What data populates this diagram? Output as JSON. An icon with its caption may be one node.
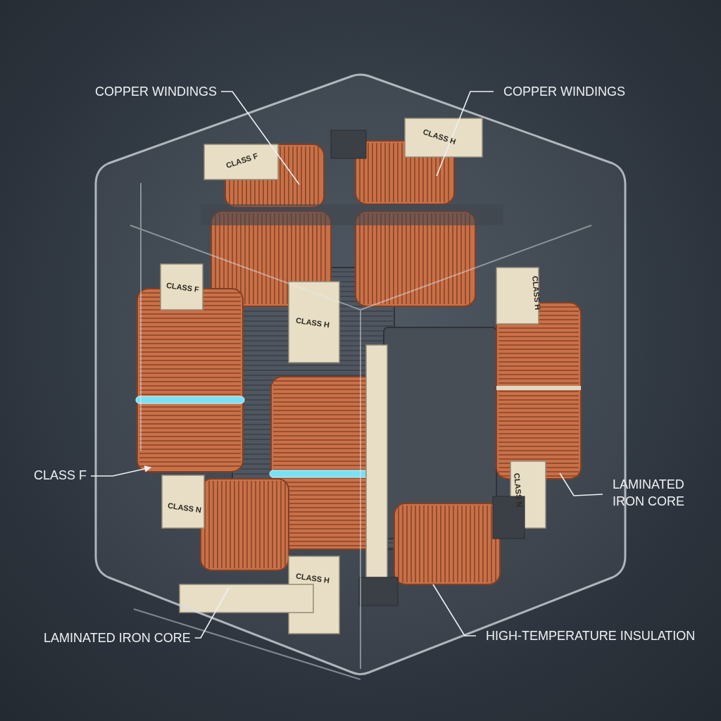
{
  "diagram": {
    "nodes": [
      {
        "text": [
          "COPPER WINDINGS"
        ]
      },
      {
        "text": [
          "COPPER WINDINGS"
        ]
      },
      {
        "text": [
          "CLASS F"
        ]
      },
      {
        "text": [
          "LAMINATED IRON CORE"
        ]
      },
      {
        "text": [
          "LAMINATED IRON CORE"
        ]
      },
      {
        "text": [
          "HIGH-TEMPERATURE INSULATION"
        ]
      }
    ],
    "edges": [
      {
        "from": 0,
        "to": null,
        "arrow": "none"
      },
      {
        "from": 1,
        "to": null,
        "arrow": "none"
      },
      {
        "from": 2,
        "to": null,
        "arrow": "to"
      },
      {
        "from": 3,
        "to": null,
        "arrow": "none"
      },
      {
        "from": 4,
        "to": null,
        "arrow": "none"
      },
      {
        "from": 5,
        "to": null,
        "arrow": "none"
      }
    ],
    "labels": [
      "CLASS H",
      "CLASS F",
      "CLASS F",
      "CLASS H",
      "CLASS H",
      "CLASS N",
      "CLASS N",
      "CLASS H"
    ]
  }
}
